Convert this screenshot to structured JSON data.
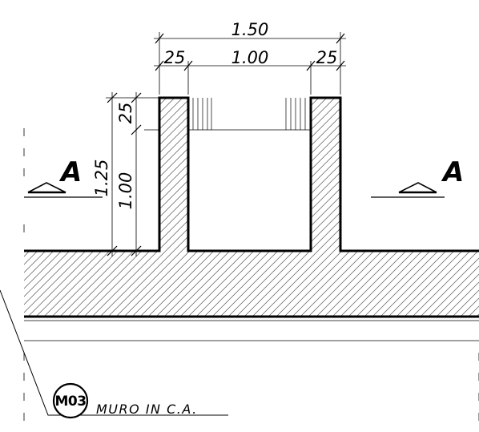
{
  "dimensions": {
    "top_total": "1.50",
    "top_left": "25",
    "top_center": "1.00",
    "top_right": "25",
    "vert_total": "1.25",
    "vert_inner": "1.00",
    "vert_top": "25"
  },
  "section_marks": {
    "left": "A",
    "right": "A"
  },
  "callout": {
    "tag": "M03",
    "text": "MURO IN C.A."
  }
}
